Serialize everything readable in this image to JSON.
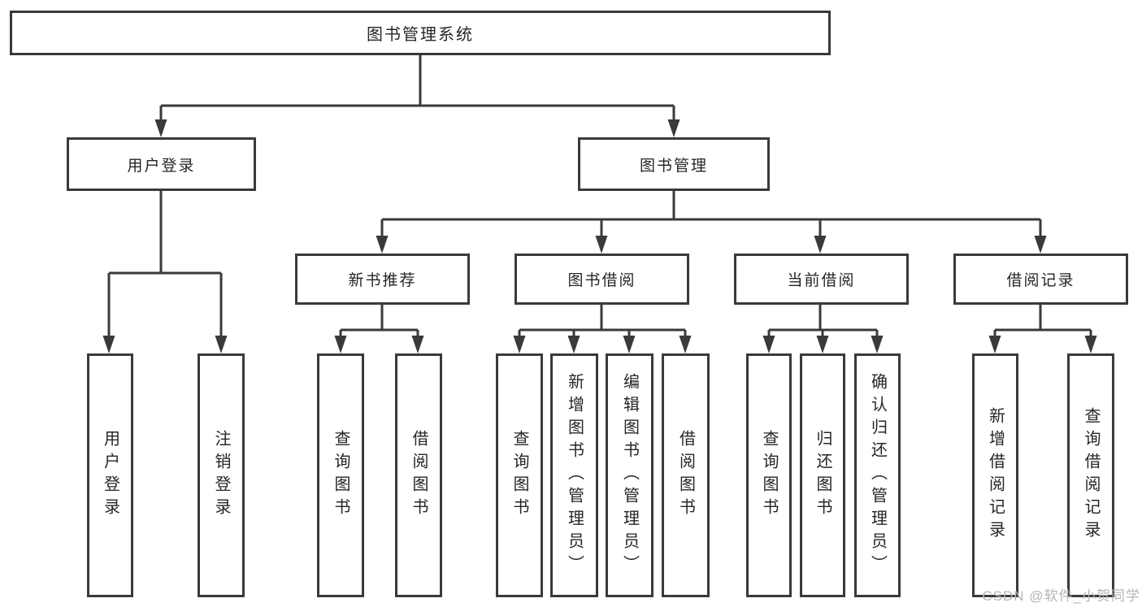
{
  "diagram": {
    "root": "图书管理系统",
    "level2": {
      "user_login": "用户登录",
      "book_mgmt": "图书管理"
    },
    "level3": {
      "recommend": "新书推荐",
      "borrow": "图书借阅",
      "current": "当前借阅",
      "records": "借阅记录"
    },
    "leaves": {
      "login": [
        "用户登录",
        "注销登录"
      ],
      "recommend": [
        "查询图书",
        "借阅图书"
      ],
      "borrow": [
        "查询图书",
        "新增图书（管理员）",
        "编辑图书（管理员）",
        "借阅图书"
      ],
      "current": [
        "查询图书",
        "归还图书",
        "确认归还（管理员）"
      ],
      "records": [
        "新增借阅记录",
        "查询借阅记录"
      ]
    }
  },
  "watermark": "CSDN @软件_小贺同学",
  "colors": {
    "line": "#3a3a3a",
    "text": "#262626",
    "watermark": "#b5b5b5",
    "background": "#ffffff"
  }
}
